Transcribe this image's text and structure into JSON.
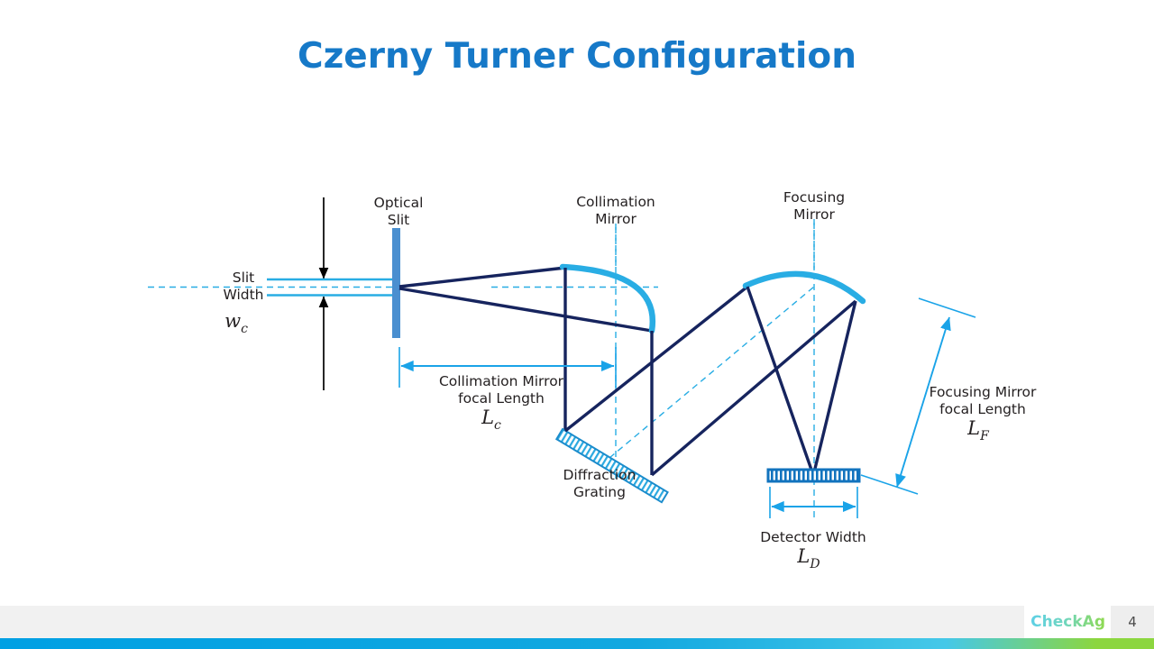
{
  "slide": {
    "title": "Czerny Turner Configuration",
    "title_color": "#1679c8",
    "background": "#ffffff"
  },
  "footer": {
    "logo_text": "CheckAg",
    "page_number": "4",
    "band_color": "#f1f1f1",
    "accent_start_color": "#00a0e3",
    "accent_end_color": "#8cd63f"
  },
  "diagram": {
    "type": "optical-schematic",
    "name": "czerny-turner-spectrometer",
    "colors": {
      "ray": "#16245e",
      "mirror": "#29ade4",
      "slit": "#4a8fd0",
      "dimension": "#1aa3e8",
      "axis_dashed": "#29ade4",
      "grating": "#0b6fb8",
      "detector": "#1273be",
      "black_arrow": "#000000"
    },
    "labels": {
      "optical_slit": {
        "line1": "Optical",
        "line2": "Slit"
      },
      "collimation_mirror": {
        "line1": "Collimation",
        "line2": "Mirror"
      },
      "focusing_mirror": {
        "line1": "Focusing",
        "line2": "Mirror"
      },
      "diffraction_grating": {
        "line1": "Diffraction",
        "line2": "Grating"
      },
      "slit_width": {
        "line1": "Slit",
        "line2": "Width",
        "symbol": "w",
        "subscript": "c"
      },
      "collimation_focal_length": {
        "line1": "Collimation Mirror",
        "line2": "focal Length",
        "symbol": "L",
        "subscript": "c"
      },
      "focusing_focal_length": {
        "line1": "Focusing Mirror",
        "line2": "focal Length",
        "symbol": "L",
        "subscript": "F"
      },
      "detector_width": {
        "line1": "Detector Width",
        "symbol": "L",
        "subscript": "D"
      }
    }
  }
}
